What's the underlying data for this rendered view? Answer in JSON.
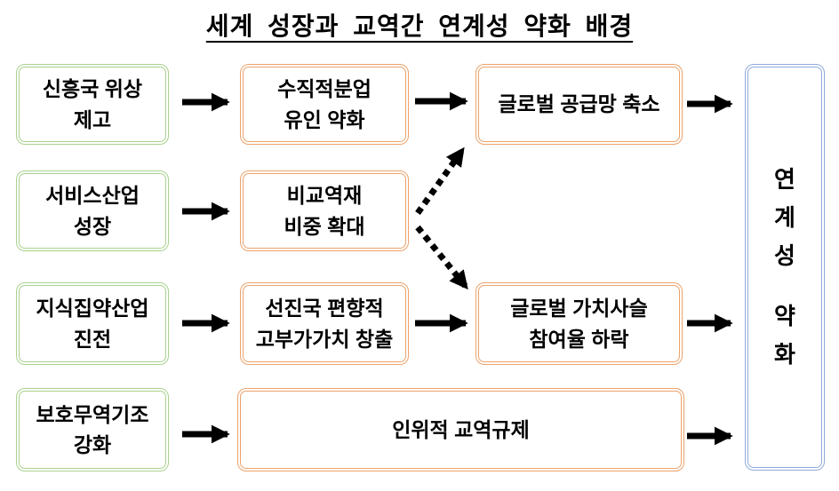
{
  "title": "세계 성장과 교역간 연계성 약화 배경",
  "boxes": {
    "emerging_countries": "신흥국 위상\n제고",
    "services_industry": "서비스산업\n성장",
    "knowledge_industry": "지식집약산업\n진전",
    "protectionism": "보호무역기조\n강화",
    "vertical_specialization": "수직적분업\n유인 약화",
    "nontradables": "비교역재\n비중 확대",
    "advanced_value_added": "선진국 편향적\n고부가가치 창출",
    "trade_regulation": "인위적 교역규제",
    "supply_chain": "글로벌 공급망 축소",
    "gvc_participation": "글로벌 가치사슬\n참여율 하락",
    "linkage_word1": "연\n계\n성",
    "linkage_word2": "약\n화"
  },
  "colors": {
    "cause_border_green": "#A9D18E",
    "mechanism_border_orange": "#ECA36C",
    "result_border_blue": "#8FAADC",
    "arrow_black": "#000000",
    "text": "#000000",
    "background": "#FFFFFF"
  }
}
